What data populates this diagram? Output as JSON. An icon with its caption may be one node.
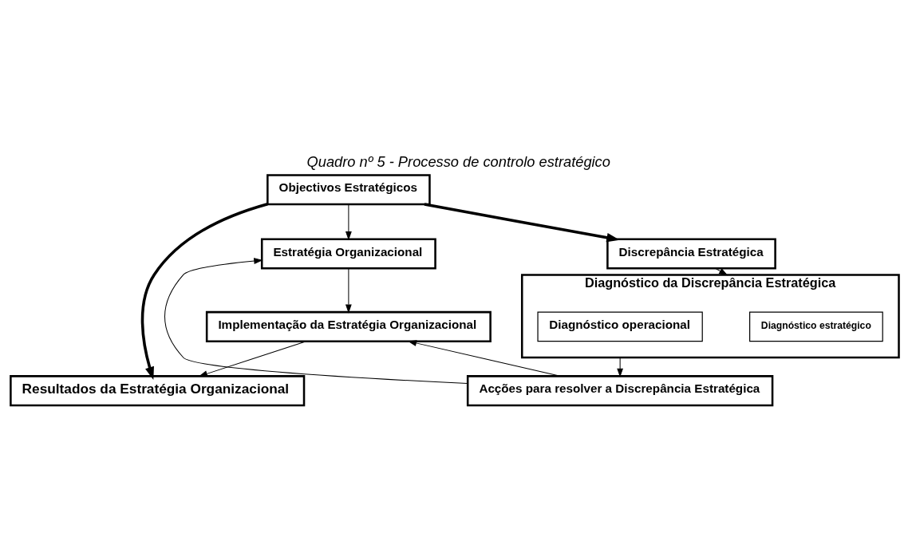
{
  "diagram": {
    "title": "Quadro nº 5 - Processo de controlo estratégico",
    "nodes": [
      {
        "text": [
          "Objectivos Estratégicos"
        ]
      },
      {
        "text": [
          "Estratégia Organizacional"
        ]
      },
      {
        "text": [
          "Discrepância Estratégica"
        ]
      },
      {
        "text": [
          "Implementação da Estratégia Organizacional"
        ]
      },
      {
        "text": [
          "Resultados da Estratégia Organizacional"
        ]
      },
      {
        "text": [
          "Acções para resolver a Discrepância Estratégica"
        ]
      },
      {
        "text": [
          "Diagnóstico da Discrepância Estratégica"
        ]
      },
      {
        "text": [
          "Diagnóstico estratégico"
        ],
        "in": 6
      },
      {
        "text": [
          "Diagnóstico operacional"
        ],
        "in": 6
      }
    ],
    "edges": [
      {
        "from": 0,
        "to": 1,
        "arrow": "to"
      },
      {
        "from": 0,
        "to": 4,
        "arrow": "to",
        "style": "thick"
      },
      {
        "from": 0,
        "to": 2,
        "arrow": "to",
        "style": "thick"
      },
      {
        "from": 1,
        "to": 3,
        "arrow": "to"
      },
      {
        "from": 3,
        "to": 4,
        "arrow": "to"
      },
      {
        "from": 2,
        "to": 6,
        "arrow": "to"
      },
      {
        "from": 6,
        "to": 5,
        "arrow": "to"
      },
      {
        "from": 5,
        "to": 3,
        "arrow": "to"
      },
      {
        "from": 5,
        "to": 1,
        "arrow": "to"
      }
    ]
  }
}
